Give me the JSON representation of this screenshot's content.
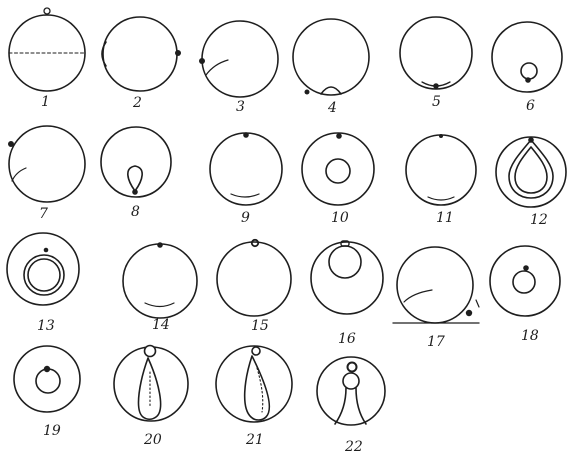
{
  "plate": {
    "ink_color": "#1e1e1e",
    "paper_color": "#ffffff",
    "figures": [
      {
        "label": "1"
      },
      {
        "label": "2"
      },
      {
        "label": "3"
      },
      {
        "label": "4"
      },
      {
        "label": "5"
      },
      {
        "label": "6"
      },
      {
        "label": "7"
      },
      {
        "label": "8"
      },
      {
        "label": "9"
      },
      {
        "label": "10"
      },
      {
        "label": "11"
      },
      {
        "label": "12"
      },
      {
        "label": "13"
      },
      {
        "label": "14"
      },
      {
        "label": "15"
      },
      {
        "label": "16"
      },
      {
        "label": "17"
      },
      {
        "label": "18"
      },
      {
        "label": "19"
      },
      {
        "label": "20"
      },
      {
        "label": "21"
      },
      {
        "label": "22"
      }
    ]
  }
}
